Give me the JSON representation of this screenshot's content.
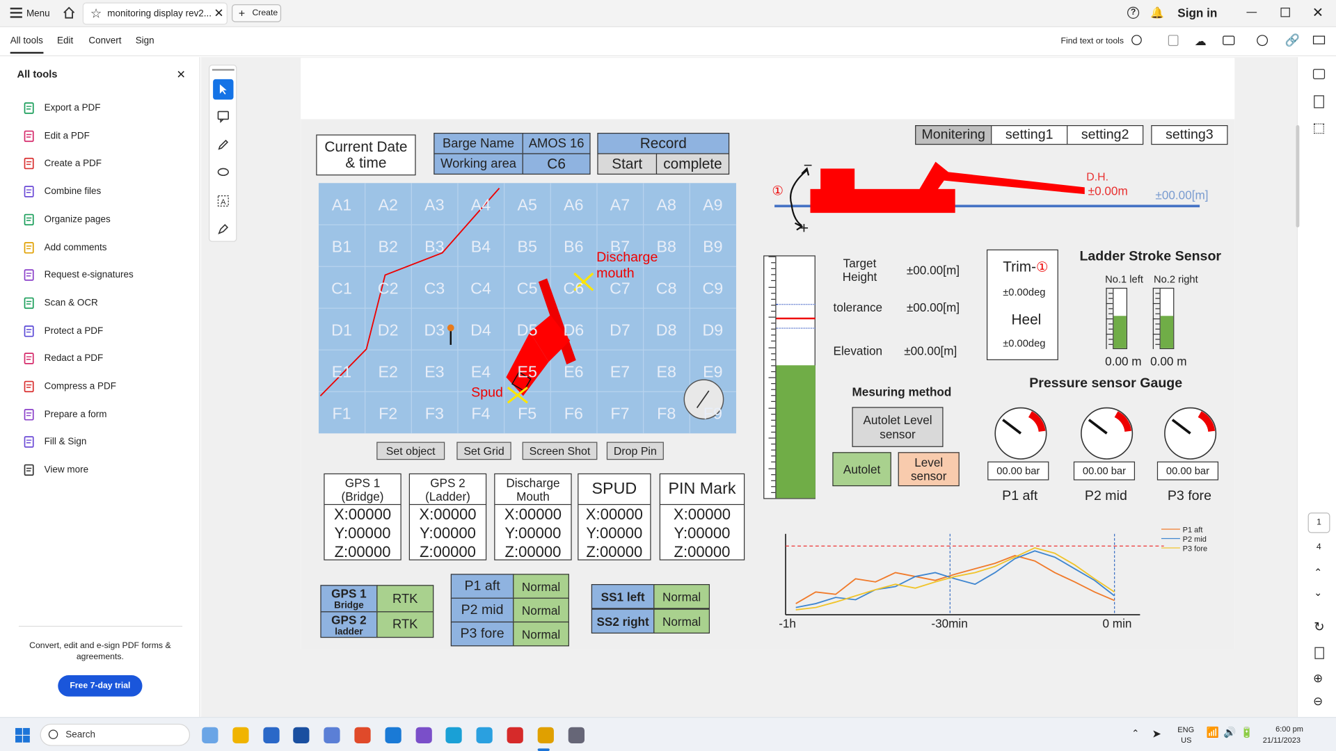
{
  "titlebar": {
    "menu_label": "Menu",
    "tab_title": "monitoring display rev2...",
    "create_label": "Create",
    "sign_in": "Sign in"
  },
  "menubar": {
    "items": [
      "All tools",
      "Edit",
      "Convert",
      "Sign"
    ],
    "find": "Find text or tools"
  },
  "leftpanel": {
    "title": "All tools",
    "tools": [
      {
        "label": "Export a PDF",
        "icon": "export-pdf-icon"
      },
      {
        "label": "Edit a PDF",
        "icon": "edit-pdf-icon"
      },
      {
        "label": "Create a PDF",
        "icon": "create-pdf-icon"
      },
      {
        "label": "Combine files",
        "icon": "combine-files-icon"
      },
      {
        "label": "Organize pages",
        "icon": "organize-pages-icon"
      },
      {
        "label": "Add comments",
        "icon": "add-comments-icon"
      },
      {
        "label": "Request e-signatures",
        "icon": "request-signatures-icon"
      },
      {
        "label": "Scan & OCR",
        "icon": "scan-ocr-icon"
      },
      {
        "label": "Protect a PDF",
        "icon": "protect-pdf-icon"
      },
      {
        "label": "Redact a PDF",
        "icon": "redact-pdf-icon"
      },
      {
        "label": "Compress a PDF",
        "icon": "compress-pdf-icon"
      },
      {
        "label": "Prepare a form",
        "icon": "prepare-form-icon"
      },
      {
        "label": "Fill & Sign",
        "icon": "fill-sign-icon"
      },
      {
        "label": "View more",
        "icon": "view-more-icon"
      }
    ],
    "promo": "Convert, edit and e-sign PDF forms & agreements.",
    "trial_button": "Free 7-day trial"
  },
  "doc": {
    "date_box": "Current Date & time",
    "barge": {
      "name_label": "Barge Name",
      "name_value": "AMOS 16",
      "area_label": "Working area",
      "area_value": "C6"
    },
    "record": {
      "title": "Record",
      "start": "Start",
      "complete": "complete"
    },
    "tabs": [
      "Monitering",
      "setting1",
      "setting2",
      "setting3"
    ],
    "grid": {
      "rows": [
        "A",
        "B",
        "C",
        "D",
        "E",
        "F"
      ],
      "cols": [
        "1",
        "2",
        "3",
        "4",
        "5",
        "6",
        "7",
        "8",
        "9"
      ],
      "discharge": "Discharge mouth",
      "spud": "Spud"
    },
    "buttons": [
      "Set object",
      "Set Grid",
      "Screen Shot",
      "Drop Pin"
    ],
    "gps": [
      {
        "title": "GPS 1 (Bridge)",
        "x": "X:00000",
        "y": "Y:00000",
        "z": "Z:00000"
      },
      {
        "title": "GPS 2 (Ladder)",
        "x": "X:00000",
        "y": "Y:00000",
        "z": "Z:00000"
      },
      {
        "title": "Discharge Mouth",
        "x": "X:00000",
        "y": "Y:00000",
        "z": "Z:00000"
      },
      {
        "title": "SPUD",
        "x": "X:00000",
        "y": "Y:00000",
        "z": "Z:00000"
      },
      {
        "title": "PIN Mark",
        "x": "X:00000",
        "y": "Y:00000",
        "z": "Z:00000"
      }
    ],
    "gps_status": [
      {
        "label": "GPS 1",
        "sub": "Bridge",
        "value": "RTK"
      },
      {
        "label": "GPS 2",
        "sub": "ladder",
        "value": "RTK"
      }
    ],
    "pressure_status": [
      {
        "label": "P1 aft",
        "value": "Normal"
      },
      {
        "label": "P2 mid",
        "value": "Normal"
      },
      {
        "label": "P3 fore",
        "value": "Normal"
      }
    ],
    "ss_status": [
      {
        "label": "SS1 left",
        "value": "Normal"
      },
      {
        "label": "SS2 right",
        "value": "Normal"
      }
    ],
    "dredge": {
      "marker": "①",
      "minus": "−",
      "plus": "+",
      "dh": "D.H.",
      "dh_value": "±0.00m",
      "level": "±00.00[m]"
    },
    "targets": {
      "target_label": "Target Height",
      "target_value": "±00.00[m]",
      "tolerance_label": "tolerance",
      "tolerance_value": "±00.00[m]",
      "elevation_label": "Elevation",
      "elevation_value": "±00.00[m]"
    },
    "trim": {
      "trim_label": "Trim-",
      "trim_marker": "①",
      "trim_value": "±0.00deg",
      "heel_label": "Heel",
      "heel_value": "±0.00deg"
    },
    "ladder": {
      "title": "Ladder Stroke Sensor",
      "left_label": "No.1 left",
      "right_label": "No.2 right",
      "left_value": "0.00 m",
      "right_value": "0.00 m",
      "left_fill": 0.55,
      "right_fill": 0.55
    },
    "method": {
      "title": "Mesuring method",
      "selected": "Autolet Level sensor",
      "opt1": "Autolet",
      "opt2": "Level sensor"
    },
    "pressure": {
      "title": "Pressure sensor Gauge",
      "gauges": [
        {
          "value": "00.00 bar",
          "label": "P1 aft"
        },
        {
          "value": "00.00 bar",
          "label": "P2 mid"
        },
        {
          "value": "00.00 bar",
          "label": "P3 fore"
        }
      ]
    },
    "level_gauge": {
      "fill": 0.55
    }
  },
  "chart_data": {
    "type": "line",
    "x_ticks": [
      "-1h",
      "-30min",
      "0 min"
    ],
    "series": [
      {
        "name": "P1 aft",
        "color": "#f07a2a",
        "values": [
          0.1,
          0.25,
          0.22,
          0.42,
          0.38,
          0.5,
          0.45,
          0.4,
          0.48,
          0.55,
          0.62,
          0.72,
          0.65,
          0.5,
          0.38,
          0.25,
          0.14
        ]
      },
      {
        "name": "P2 mid",
        "color": "#3f86d0",
        "values": [
          0.05,
          0.1,
          0.18,
          0.15,
          0.28,
          0.32,
          0.45,
          0.5,
          0.42,
          0.35,
          0.5,
          0.68,
          0.78,
          0.7,
          0.55,
          0.4,
          0.2
        ]
      },
      {
        "name": "P3 fore",
        "color": "#f0c42a",
        "values": [
          0.02,
          0.05,
          0.12,
          0.2,
          0.28,
          0.35,
          0.3,
          0.38,
          0.45,
          0.5,
          0.58,
          0.7,
          0.82,
          0.75,
          0.6,
          0.42,
          0.25
        ]
      }
    ],
    "threshold": 0.85
  },
  "taskbar": {
    "search": "Search",
    "lang1": "ENG",
    "lang2": "US",
    "time": "6:00 pm",
    "date": "21/11/2023"
  },
  "rightbar": {
    "page": "1",
    "total": "4"
  }
}
